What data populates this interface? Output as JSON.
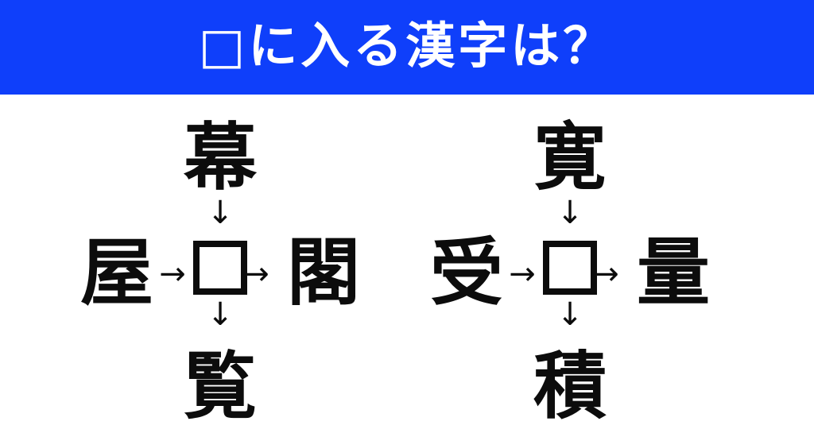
{
  "header": {
    "title": "□に入る漢字は？",
    "background_color": "#0f3ffa",
    "text_color": "#ffffff"
  },
  "puzzle": {
    "blank_symbol": "□",
    "arrow_down": "↓",
    "arrow_right": "→",
    "ink_color": "#0c0c0c",
    "groups": [
      {
        "id": "puzzle-left",
        "top": "幕",
        "left": "屋",
        "center": "□",
        "right": "閣",
        "bottom": "覧"
      },
      {
        "id": "puzzle-right",
        "top": "寛",
        "left": "受",
        "center": "□",
        "right": "量",
        "bottom": "積"
      }
    ]
  }
}
